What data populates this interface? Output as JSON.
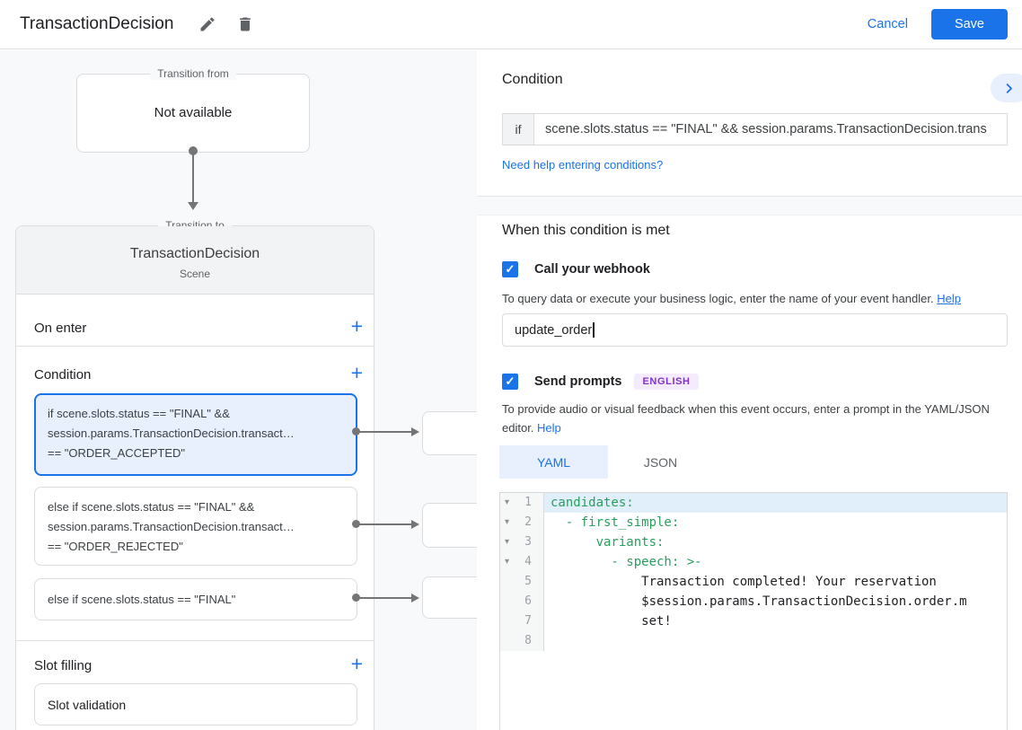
{
  "header": {
    "title": "TransactionDecision",
    "cancel_label": "Cancel",
    "save_label": "Save"
  },
  "icons": {
    "plus": "+",
    "check": "✓",
    "fold": "▾"
  },
  "colors": {
    "accent_blue": "#1a73e8",
    "selected_card_bg": "#e8f0fe",
    "panel_bg": "#f8f9fa",
    "badge_bg": "#f4ebfd",
    "badge_text": "#8430ce",
    "code_key_green": "#27a05d",
    "active_line_bg": "#e1effb"
  },
  "diagram": {
    "transition_from": {
      "legend": "Transition from",
      "content": "Not available"
    },
    "transition_to": {
      "legend": "Transition to",
      "title": "TransactionDecision",
      "subtitle": "Scene",
      "on_enter_label": "On enter",
      "condition_label": "Condition",
      "slot_filling_label": "Slot filling",
      "slot_card": "Slot validation",
      "cards": [
        {
          "lines": [
            "if scene.slots.status == \"FINAL\" &&",
            "session.params.TransactionDecision.transact…",
            "== \"ORDER_ACCEPTED\""
          ]
        },
        {
          "lines": [
            "else if scene.slots.status == \"FINAL\" &&",
            "session.params.TransactionDecision.transact…",
            "== \"ORDER_REJECTED\""
          ]
        },
        {
          "lines": [
            "else if scene.slots.status == \"FINAL\""
          ]
        }
      ]
    }
  },
  "panel": {
    "condition_heading": "Condition",
    "if_label": "if",
    "if_value": "scene.slots.status == \"FINAL\" && session.params.TransactionDecision.trans",
    "help_link": "Need help entering conditions?",
    "when_heading": "When this condition is met",
    "webhook": {
      "label": "Call your webhook",
      "desc": "To query data or execute your business logic, enter the name of your event handler.",
      "help": "Help",
      "value": "update_order"
    },
    "prompts": {
      "label": "Send prompts",
      "badge": "ENGLISH",
      "desc": "To provide audio or visual feedback when this event occurs, enter a prompt in the YAML/JSON editor.",
      "help": "Help"
    },
    "tabs": [
      {
        "label": "YAML"
      },
      {
        "label": "JSON"
      }
    ],
    "editor": {
      "lines": [
        {
          "num": "1",
          "text": "candidates:"
        },
        {
          "num": "2",
          "text": "  - first_simple:"
        },
        {
          "num": "3",
          "text": "      variants:"
        },
        {
          "num": "4",
          "text": "        - speech: >-"
        },
        {
          "num": "5",
          "text": "            Transaction completed! Your reservation"
        },
        {
          "num": "6",
          "text": "            $session.params.TransactionDecision.order.m"
        },
        {
          "num": "7",
          "text": "            set!"
        },
        {
          "num": "8",
          "text": ""
        }
      ]
    }
  }
}
